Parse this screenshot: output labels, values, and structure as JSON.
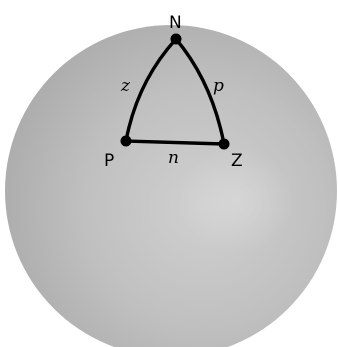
{
  "vertices": {
    "north": "N",
    "p": "P",
    "z": "Z"
  },
  "sides": {
    "np": "z",
    "nz": "p",
    "pz": "n"
  },
  "colors": {
    "sphere_light": "#d0d0d0",
    "sphere_mid": "#bdbdbd",
    "sphere_dark": "#a9a9a9",
    "line": "#000000"
  }
}
